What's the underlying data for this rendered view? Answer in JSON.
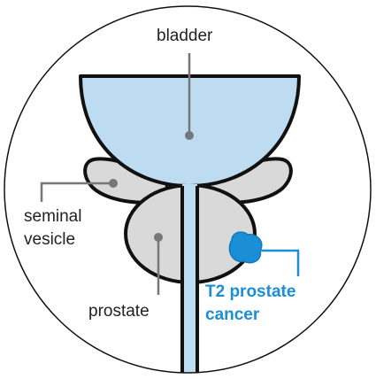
{
  "labels": {
    "bladder": "bladder",
    "seminal_vesicle_line1": "seminal",
    "seminal_vesicle_line2": "vesicle",
    "prostate": "prostate",
    "tumor_line1": "T2 prostate",
    "tumor_line2": "cancer"
  },
  "colors": {
    "bladder_fill": "#bddcf2",
    "organ_fill": "#d9d9d9",
    "outline": "#111111",
    "leader_line": "#777777",
    "tumor_fill": "#1a8fd6",
    "tumor_label": "#1a8fd6"
  }
}
